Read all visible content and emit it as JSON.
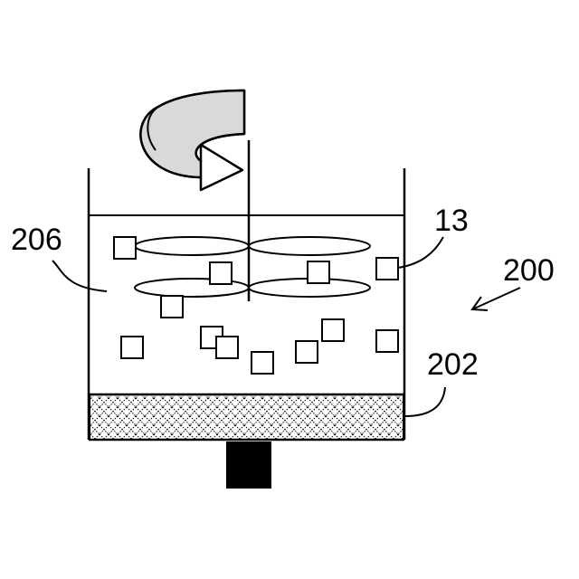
{
  "labels": {
    "container_ref": "200",
    "filter_ref": "202",
    "liquid_ref": "206",
    "particle_ref": "13"
  },
  "colors": {
    "stroke": "#000000",
    "fill": "#ffffff",
    "motor": "#000000",
    "arrow_fill": "#d9d9d9"
  }
}
